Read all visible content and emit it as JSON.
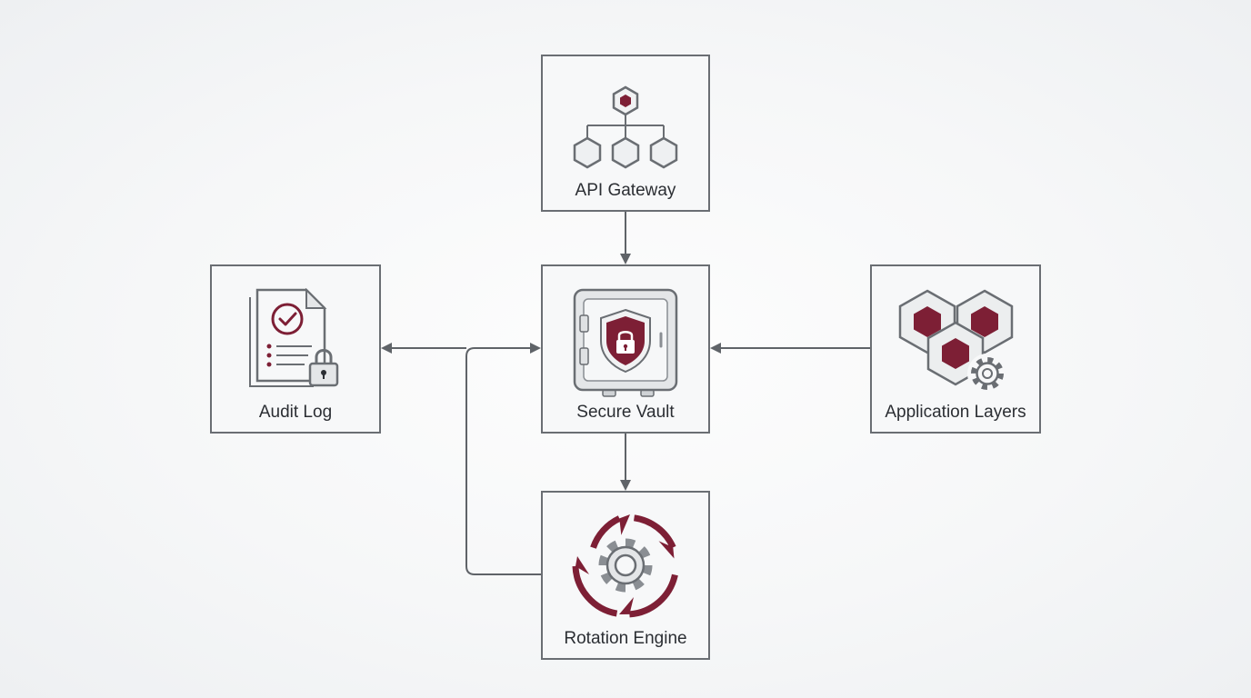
{
  "diagram": {
    "nodes": {
      "api_gateway": {
        "label": "API Gateway",
        "icon": "hierarchy-hexagon-icon"
      },
      "secure_vault": {
        "label": "Secure Vault",
        "icon": "vault-shield-lock-icon"
      },
      "audit_log": {
        "label": "Audit Log",
        "icon": "document-check-lock-icon"
      },
      "application_layers": {
        "label": "Application Layers",
        "icon": "hexagon-cluster-gear-icon"
      },
      "rotation_engine": {
        "label": "Rotation Engine",
        "icon": "gear-rotation-arrows-icon"
      }
    },
    "edges": [
      {
        "from": "API Gateway",
        "to": "Secure Vault"
      },
      {
        "from": "Application Layers",
        "to": "Secure Vault"
      },
      {
        "from": "Secure Vault",
        "to": "Rotation Engine"
      },
      {
        "from": "Rotation Engine",
        "to": "Secure Vault"
      },
      {
        "from": "Rotation Engine",
        "to": "Audit Log"
      }
    ],
    "colors": {
      "accent": "#7d1f35",
      "stroke": "#6a6e73",
      "box_fill": "#f7f8f9",
      "text": "#2b2e33"
    }
  }
}
